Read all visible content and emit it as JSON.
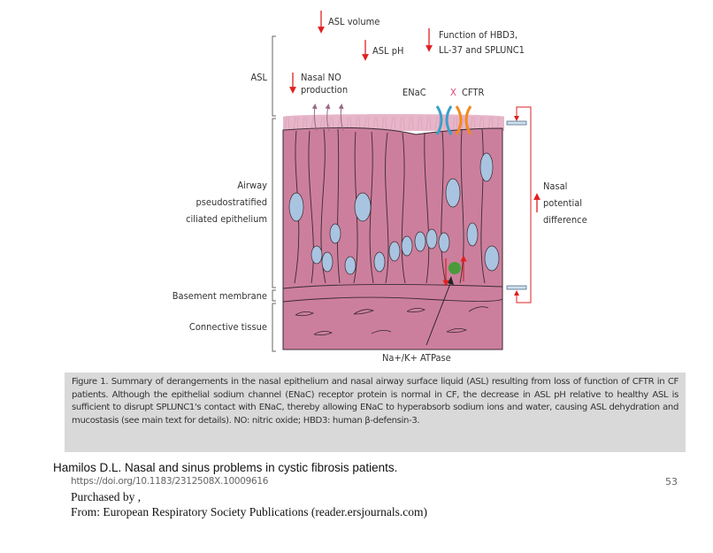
{
  "figure": {
    "labels": {
      "asl_volume": "ASL volume",
      "asl_ph": "ASL pH",
      "function_line1": "Function of HBD3,",
      "function_line2": "LL-37 and SPLUNC1",
      "asl": "ASL",
      "nasal_no_line1": "Nasal NO",
      "nasal_no_line2": "production",
      "enac": "ENaC",
      "cftr_x": "X",
      "cftr": "CFTR",
      "airway_line1": "Airway",
      "airway_line2": "pseudostratified",
      "airway_line3": "ciliated epithelium",
      "nasal_pd_line1": "Nasal",
      "nasal_pd_line2": "potential",
      "nasal_pd_line3": "difference",
      "basement": "Basement membrane",
      "connective": "Connective tissue",
      "atpase": "Na+/K+ ATPase"
    },
    "colors": {
      "tissue": "#cc7f9c",
      "nucleus": "#a9c4e0",
      "arrow": "#e02020",
      "enac": "#3aa0c8",
      "cftr": "#f08a20",
      "caption_bg": "#d9d9d9"
    }
  },
  "caption": "Figure 1. Summary of derangements in the nasal epithelium and nasal airway surface liquid (ASL) resulting from loss of function of CFTR in CF patients. Although the epithelial sodium channel (ENaC) receptor protein is normal in CF, the decrease in ASL pH relative to healthy ASL is sufficient to disrupt SPLUNC1's contact with ENaC, thereby allowing ENaC to hyperabsorb sodium ions and water, causing ASL dehydration and mucostasis (see main text for details). NO: nitric oxide; HBD3: human β-defensin-3.",
  "footer": {
    "reference": "Hamilos D.L. Nasal and sinus problems in cystic fibrosis patients.",
    "doi": "https://doi.org/10.1183/2312508X.10009616",
    "page_number": "53",
    "purchased_by": "Purchased by ,",
    "from": "From: European Respiratory Society Publications (reader.ersjournals.com)"
  }
}
